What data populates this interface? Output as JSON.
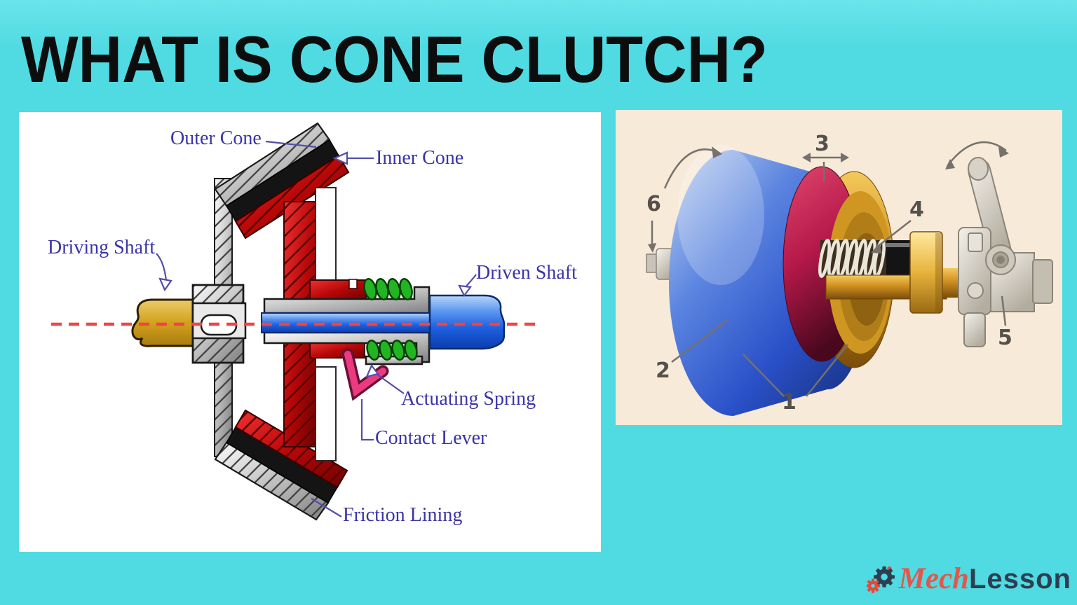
{
  "title": "WHAT IS CONE CLUTCH?",
  "cross_section": {
    "description": "cone clutch cross-section schematic",
    "labels": [
      {
        "text": "Outer Cone"
      },
      {
        "text": "Inner Cone"
      },
      {
        "text": "Driving Shaft"
      },
      {
        "text": "Driven Shaft"
      },
      {
        "text": "Actuating Spring"
      },
      {
        "text": "Contact Lever"
      },
      {
        "text": "Friction Lining"
      }
    ]
  },
  "exploded_view": {
    "description": "3D exploded cone clutch figure",
    "part_numbers": [
      "1",
      "2",
      "3",
      "4",
      "5",
      "6"
    ]
  },
  "logo": {
    "brand_first": "Mech",
    "brand_second": "Lesson"
  },
  "colors": {
    "background": "#50dae2",
    "title_text": "#0d0d0d",
    "label_text": "#3a34a8",
    "panel_left_bg": "#ffffff",
    "panel_right_bg": "#f7ead9",
    "centerline_red": "#ef4545",
    "cone_red": "#c00000",
    "driven_shaft_blue": "#1f61e0",
    "driving_shaft_gold": "#d2a11c",
    "spring_green": "#22b422",
    "lever_pink": "#ea3a80",
    "cup_blue_3d": "#2e63d8",
    "logo_accent": "#e2574c",
    "logo_dark": "#2d3e50"
  }
}
